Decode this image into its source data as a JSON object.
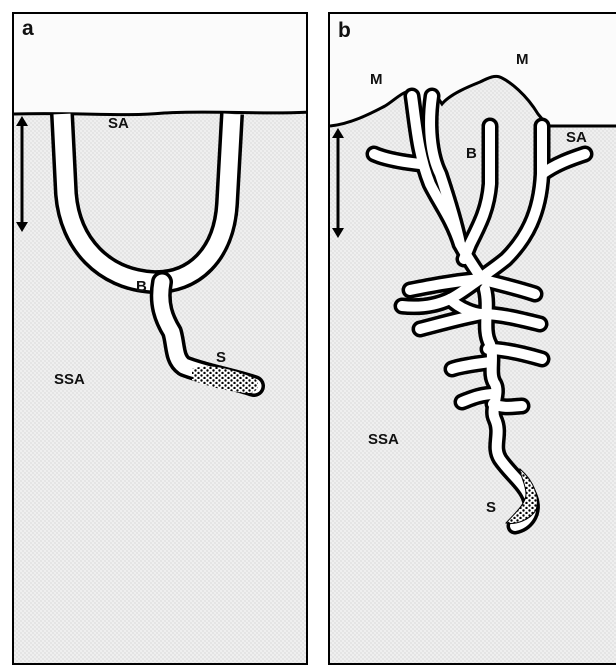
{
  "panels": [
    {
      "letter": "a",
      "labels": {
        "sa": "SA",
        "b": "B",
        "s": "S",
        "ssa": "SSA"
      }
    },
    {
      "letter": "b",
      "labels": {
        "m1": "M",
        "m2": "M",
        "b": "B",
        "sa": "SA",
        "ssa": "SSA",
        "s": "S"
      }
    }
  ],
  "colors": {
    "outline": "#000000",
    "sediment_fill": "#ececec",
    "dot": "#b9b9b9",
    "burrow_interior": "#ffffff",
    "sky": "#fbfbfb"
  }
}
